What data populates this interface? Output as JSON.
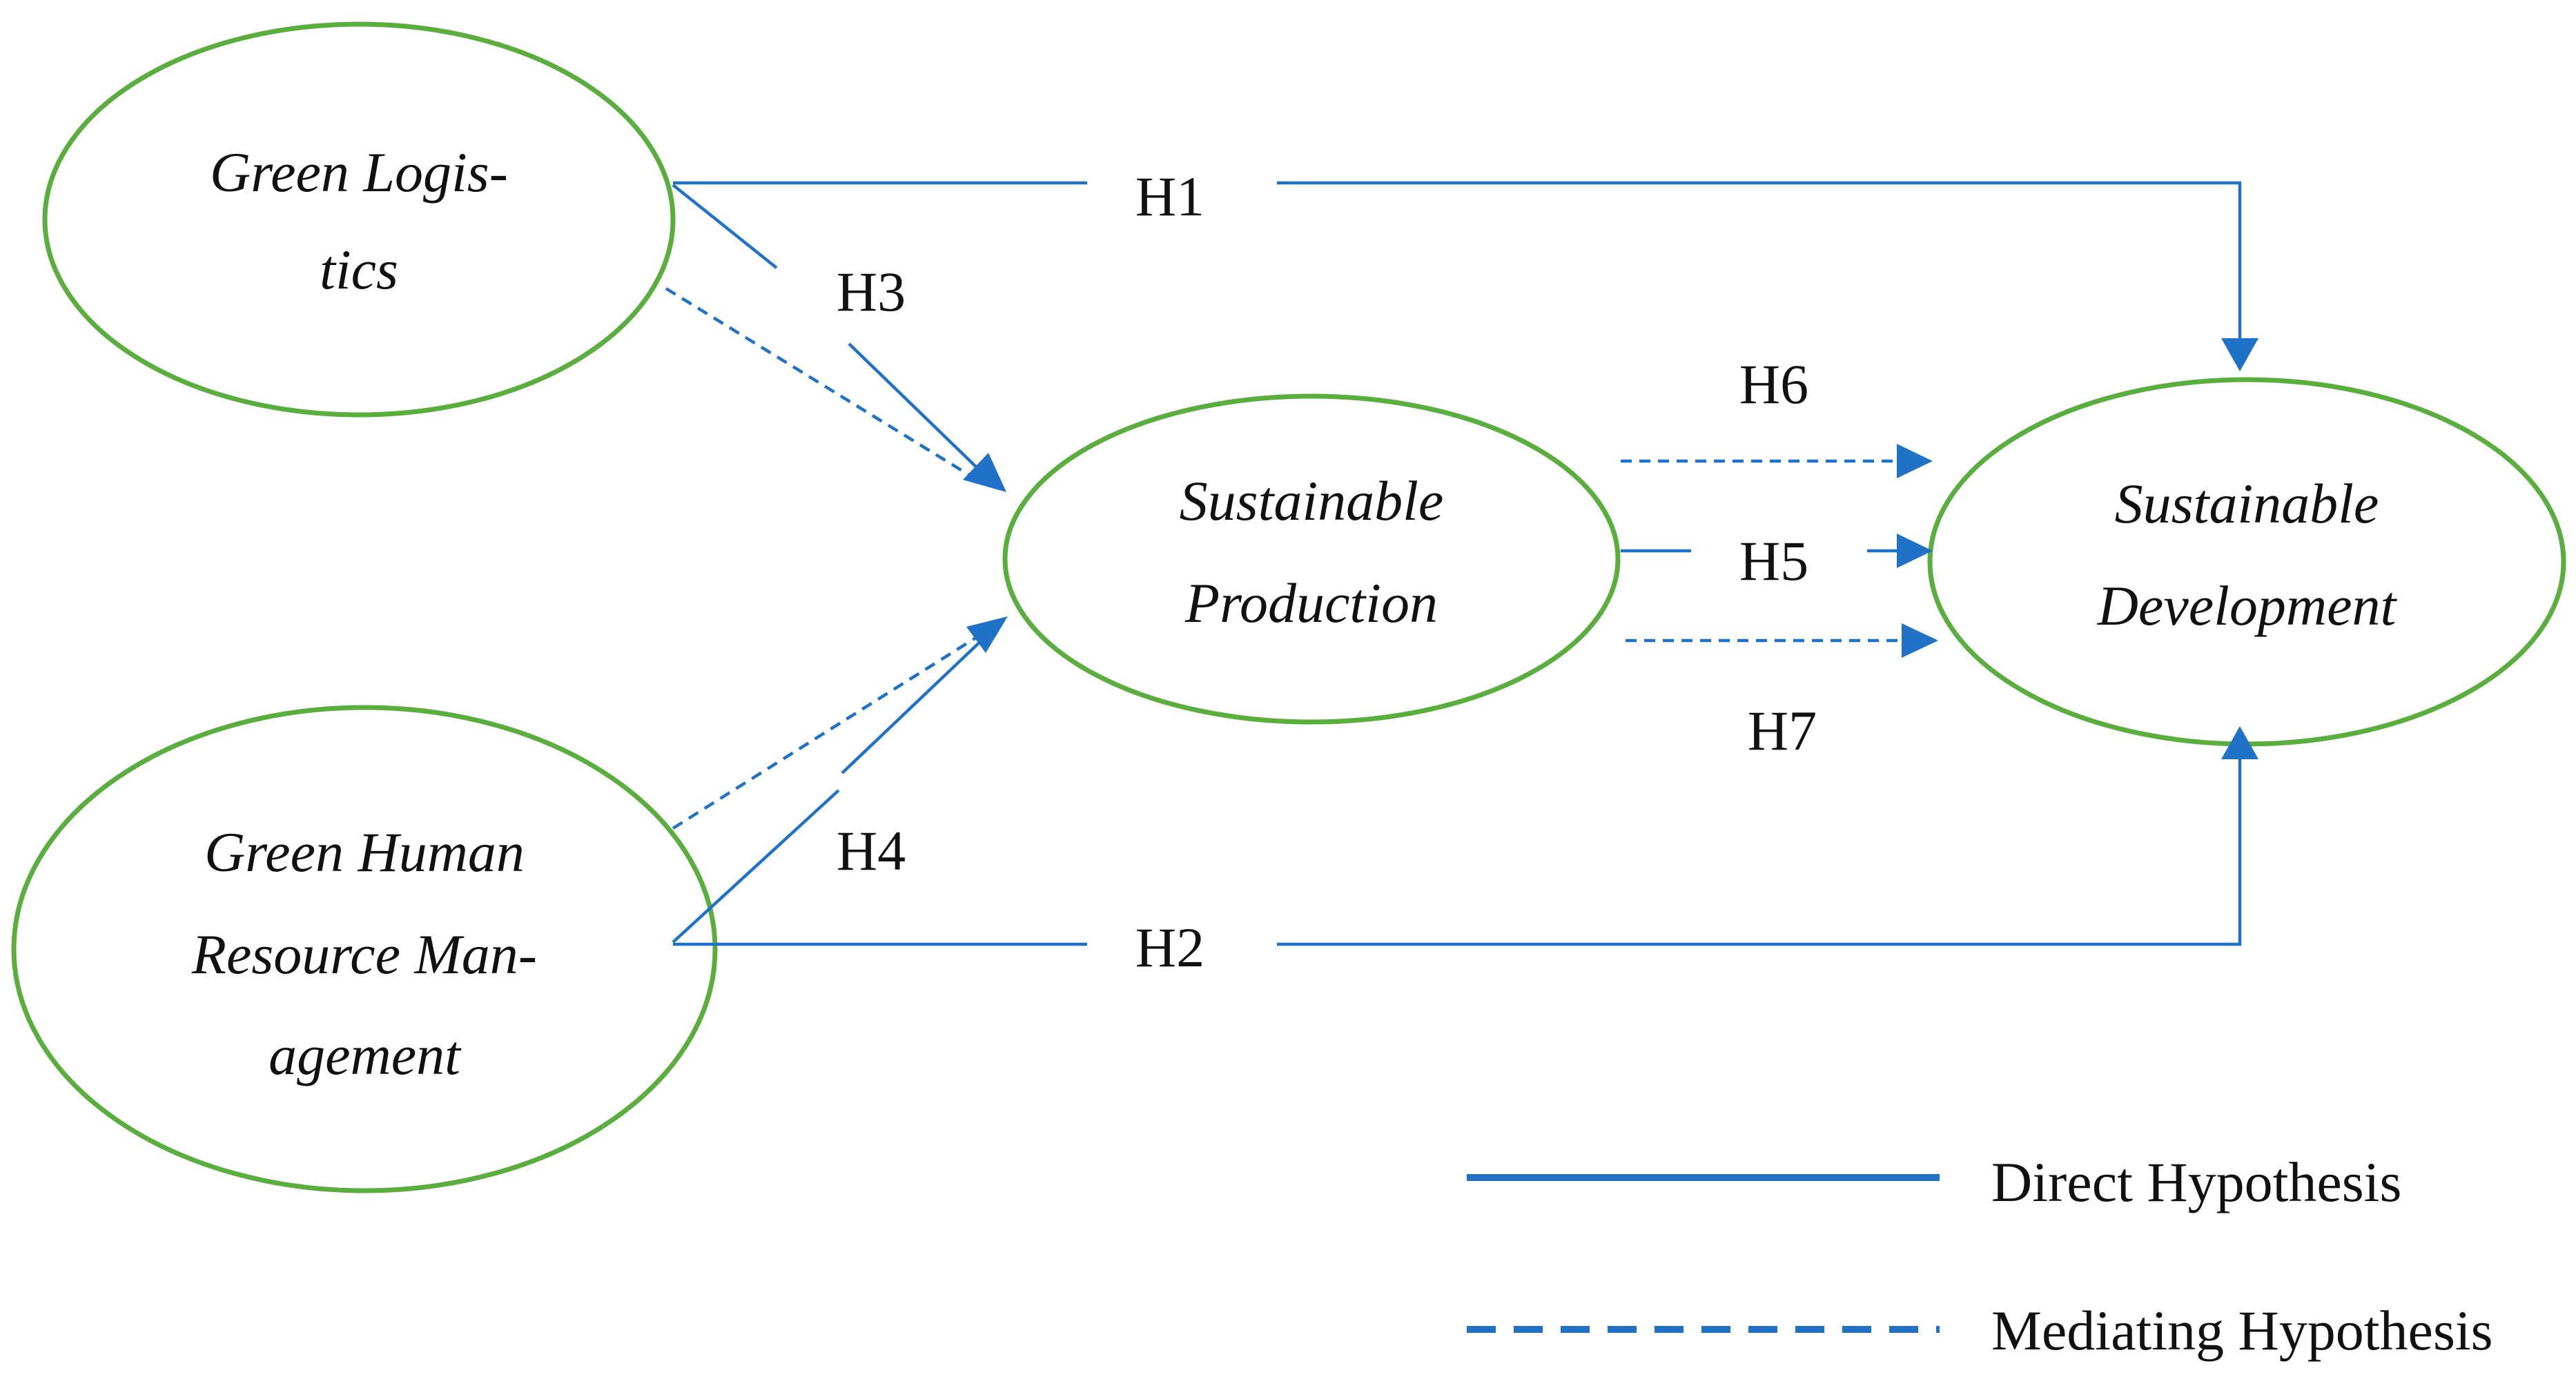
{
  "colors": {
    "node_border": "#5aae3d",
    "arrow": "#1f72c8",
    "text": "#111111",
    "background": "#ffffff"
  },
  "nodes": {
    "green_logistics": {
      "line1": "Green Logis-",
      "line2": "tics"
    },
    "green_hrm": {
      "line1": "Green Human",
      "line2": "Resource Man-",
      "line3": "agement"
    },
    "sustainable_production": {
      "line1": "Sustainable",
      "line2": "Production"
    },
    "sustainable_development": {
      "line1": "Sustainable",
      "line2": "Development"
    }
  },
  "hypotheses": {
    "h1": "H1",
    "h2": "H2",
    "h3": "H3",
    "h4": "H4",
    "h5": "H5",
    "h6": "H6",
    "h7": "H7"
  },
  "legend": {
    "direct": "Direct Hypothesis",
    "mediating": "Mediating Hypothesis"
  }
}
